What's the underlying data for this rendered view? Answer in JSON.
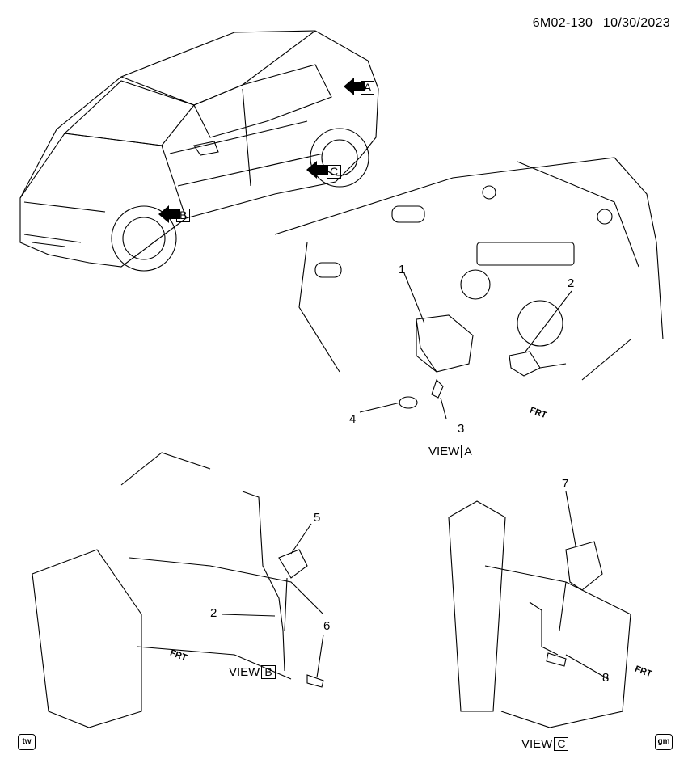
{
  "header": {
    "doc_id": "6M02-130",
    "date": "10/30/2023"
  },
  "arrows": {
    "a": "A",
    "b": "B",
    "c": "C"
  },
  "views": [
    {
      "label": "VIEW",
      "letter": "A"
    },
    {
      "label": "VIEW",
      "letter": "B"
    },
    {
      "label": "VIEW",
      "letter": "C"
    }
  ],
  "callouts": [
    "1",
    "2",
    "3",
    "4",
    "5",
    "2",
    "6",
    "7",
    "8"
  ],
  "front_tag": "FRT",
  "corner_left": "tw",
  "corner_right": "gm"
}
